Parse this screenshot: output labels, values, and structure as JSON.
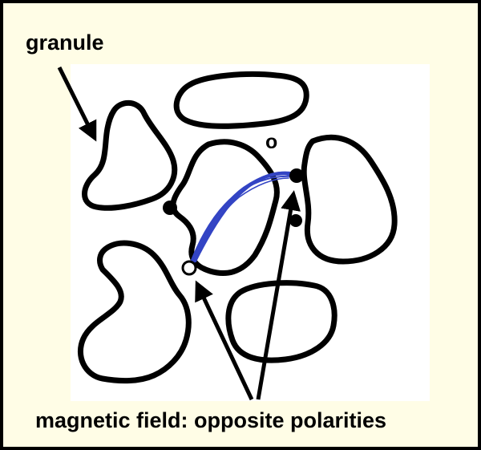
{
  "labels": {
    "granule": "granule",
    "caption": "magnetic field: opposite polarities",
    "polarity_marker": "o"
  },
  "colors": {
    "frame": "#000000",
    "panel_background": "#fffde6",
    "image_background": "#ffffff",
    "granule_outline": "#000000",
    "field_line": "#3344c4"
  },
  "icons": {
    "positive_pole": "filled-dot",
    "negative_pole": "hollow-dot"
  }
}
